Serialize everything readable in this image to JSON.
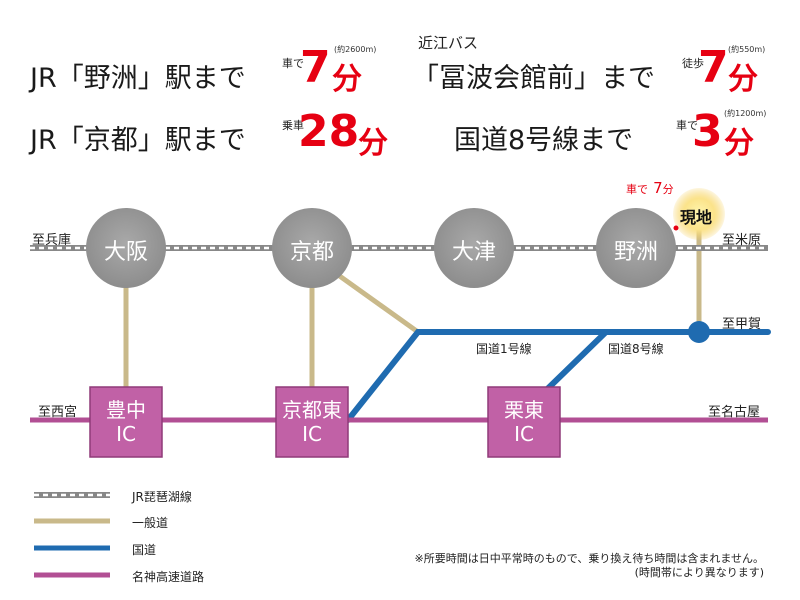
{
  "headlines": [
    {
      "prefix": "JR「野洲」駅まで",
      "mode": "車で",
      "value": "7",
      "unit": "分",
      "distance": "(約2600m)"
    },
    {
      "prefix": "「冨波会館前」まで",
      "mode": "徒歩",
      "value": "7",
      "unit": "分",
      "distance": "(約550m)",
      "over": "近江バス"
    },
    {
      "prefix": "JR「京都」駅まで",
      "mode": "乗車",
      "value": "28",
      "unit": "分",
      "distance": ""
    },
    {
      "prefix": "国道8号線まで",
      "mode": "車で",
      "value": "3",
      "unit": "分",
      "distance": "(約1200m)"
    }
  ],
  "map": {
    "stations": [
      "大阪",
      "京都",
      "大津",
      "野洲"
    ],
    "interchanges": [
      [
        "豊中",
        "IC"
      ],
      [
        "京都東",
        "IC"
      ],
      [
        "栗東",
        "IC"
      ]
    ],
    "site_label": "現地",
    "site_time_prefix": "車で",
    "site_time_value": "7",
    "site_time_unit": "分",
    "directions": {
      "rail_west": "至兵庫",
      "rail_east": "至米原",
      "route1_east": "至甲賀",
      "expressway_west": "至西宮",
      "expressway_east": "至名古屋"
    },
    "road_labels": {
      "route1": "国道1号線",
      "route8": "国道8号線"
    }
  },
  "legend": [
    {
      "label": "JR琵琶湖線",
      "color": "#888888"
    },
    {
      "label": "一般道",
      "color": "#c9b98a"
    },
    {
      "label": "国道",
      "color": "#1f6bb0"
    },
    {
      "label": "名神高速道路",
      "color": "#b24f94"
    }
  ],
  "note": [
    "※所要時間は日中平常時のもので、乗り換え待ち時間は含まれません。",
    "(時間帯により異なります)"
  ]
}
